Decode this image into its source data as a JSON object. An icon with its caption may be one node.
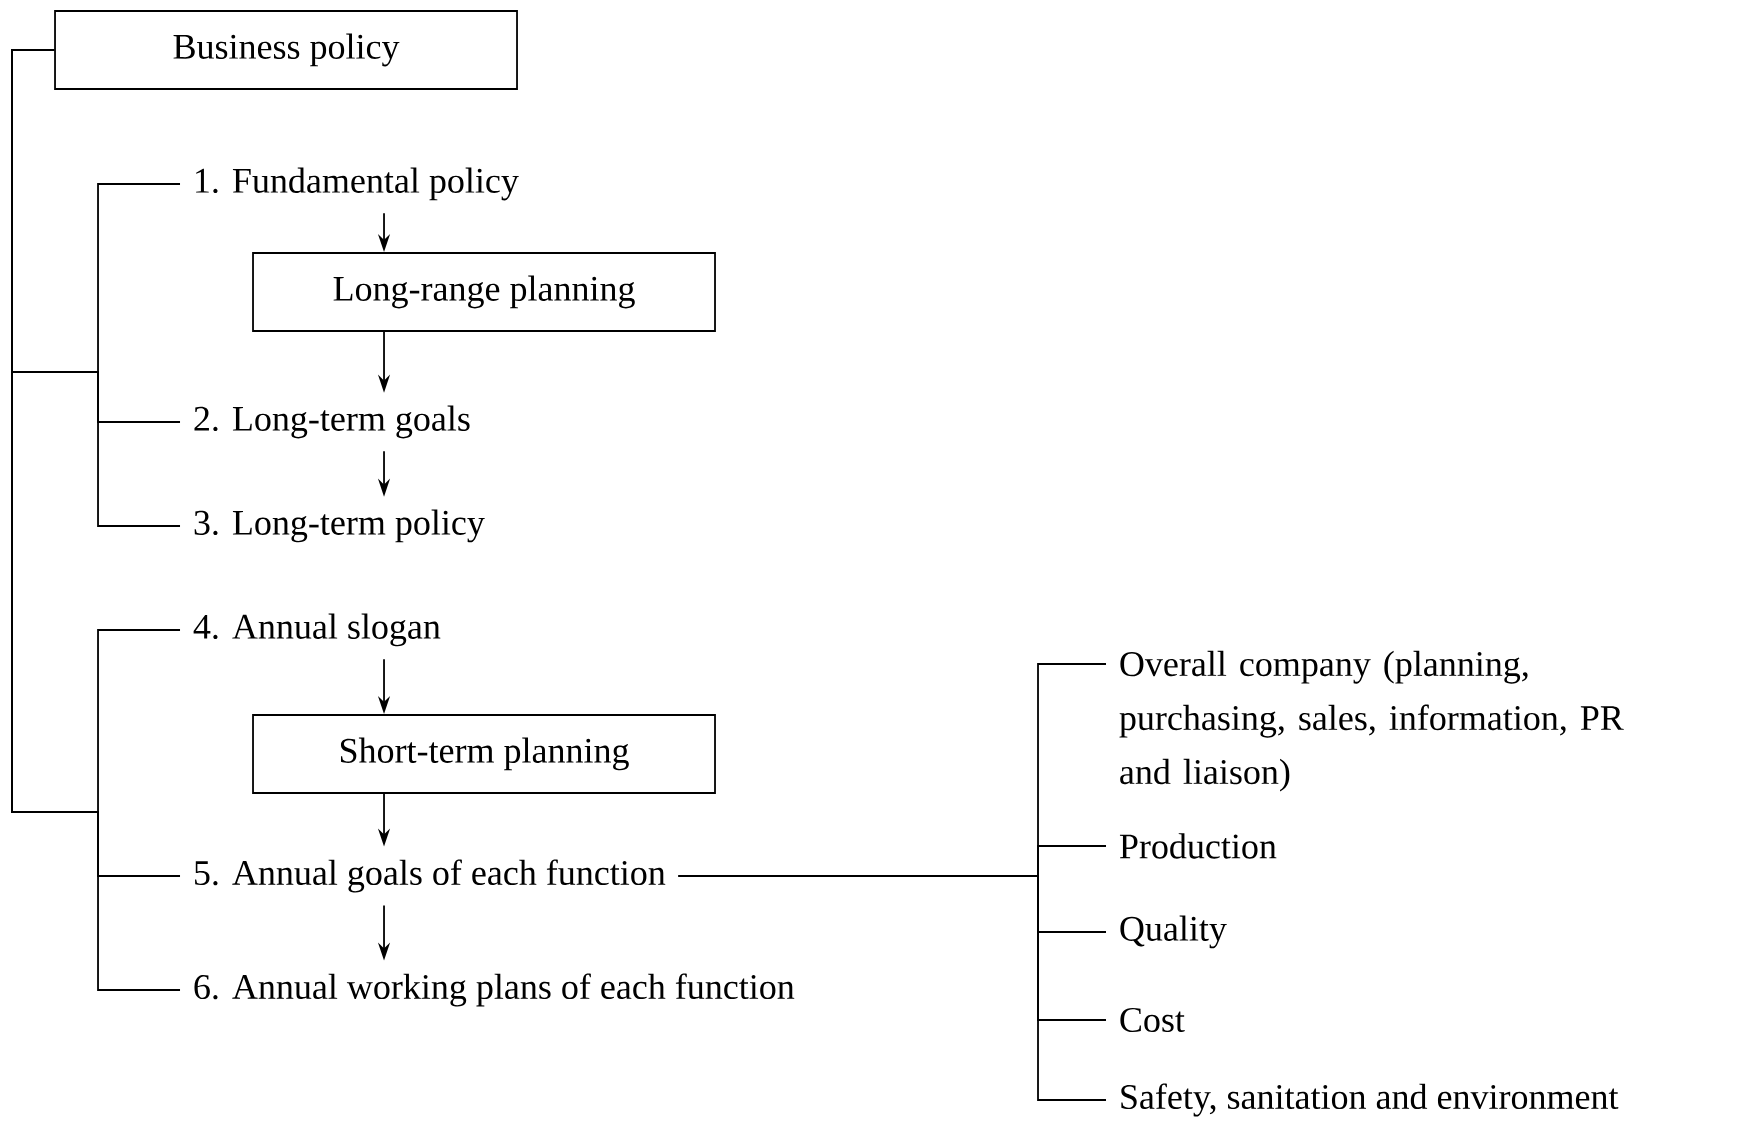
{
  "diagram": {
    "nodes": [
      {
        "text": [
          "Business policy"
        ]
      },
      {
        "text": [
          "1. Fundamental policy"
        ]
      },
      {
        "text": [
          "Long-range planning"
        ]
      },
      {
        "text": [
          "2. Long-term goals"
        ]
      },
      {
        "text": [
          "3. Long-term policy"
        ]
      },
      {
        "text": [
          "4. Annual slogan"
        ]
      },
      {
        "text": [
          "Short-term planning"
        ]
      },
      {
        "text": [
          "5. Annual goals of each function"
        ]
      },
      {
        "text": [
          "6. Annual working plans of each function"
        ]
      },
      {
        "text": [
          "Overall company (planning, purchasing, sales, information, PR and liaison)"
        ]
      },
      {
        "text": [
          "Production"
        ]
      },
      {
        "text": [
          "Quality"
        ]
      },
      {
        "text": [
          "Cost"
        ]
      },
      {
        "text": [
          "Safety, sanitation and environment"
        ]
      }
    ],
    "edges": [
      {
        "from": 1,
        "to": 2,
        "arrow": "to"
      },
      {
        "from": 2,
        "to": 3,
        "arrow": "to"
      },
      {
        "from": 3,
        "to": 4,
        "arrow": "to"
      },
      {
        "from": 5,
        "to": 6,
        "arrow": "to"
      },
      {
        "from": 6,
        "to": 7,
        "arrow": "to"
      },
      {
        "from": 7,
        "to": 8,
        "arrow": "to"
      },
      {
        "from": 0,
        "to": 1,
        "arrow": "none"
      },
      {
        "from": 0,
        "to": 3,
        "arrow": "none"
      },
      {
        "from": 0,
        "to": 4,
        "arrow": "none"
      },
      {
        "from": 0,
        "to": 5,
        "arrow": "none"
      },
      {
        "from": 0,
        "to": 7,
        "arrow": "none"
      },
      {
        "from": 0,
        "to": 8,
        "arrow": "none"
      },
      {
        "from": 7,
        "to": 9,
        "arrow": "none"
      },
      {
        "from": 7,
        "to": 10,
        "arrow": "none"
      },
      {
        "from": 7,
        "to": 11,
        "arrow": "none"
      },
      {
        "from": 7,
        "to": 12,
        "arrow": "none"
      },
      {
        "from": 7,
        "to": 13,
        "arrow": "none"
      }
    ]
  }
}
